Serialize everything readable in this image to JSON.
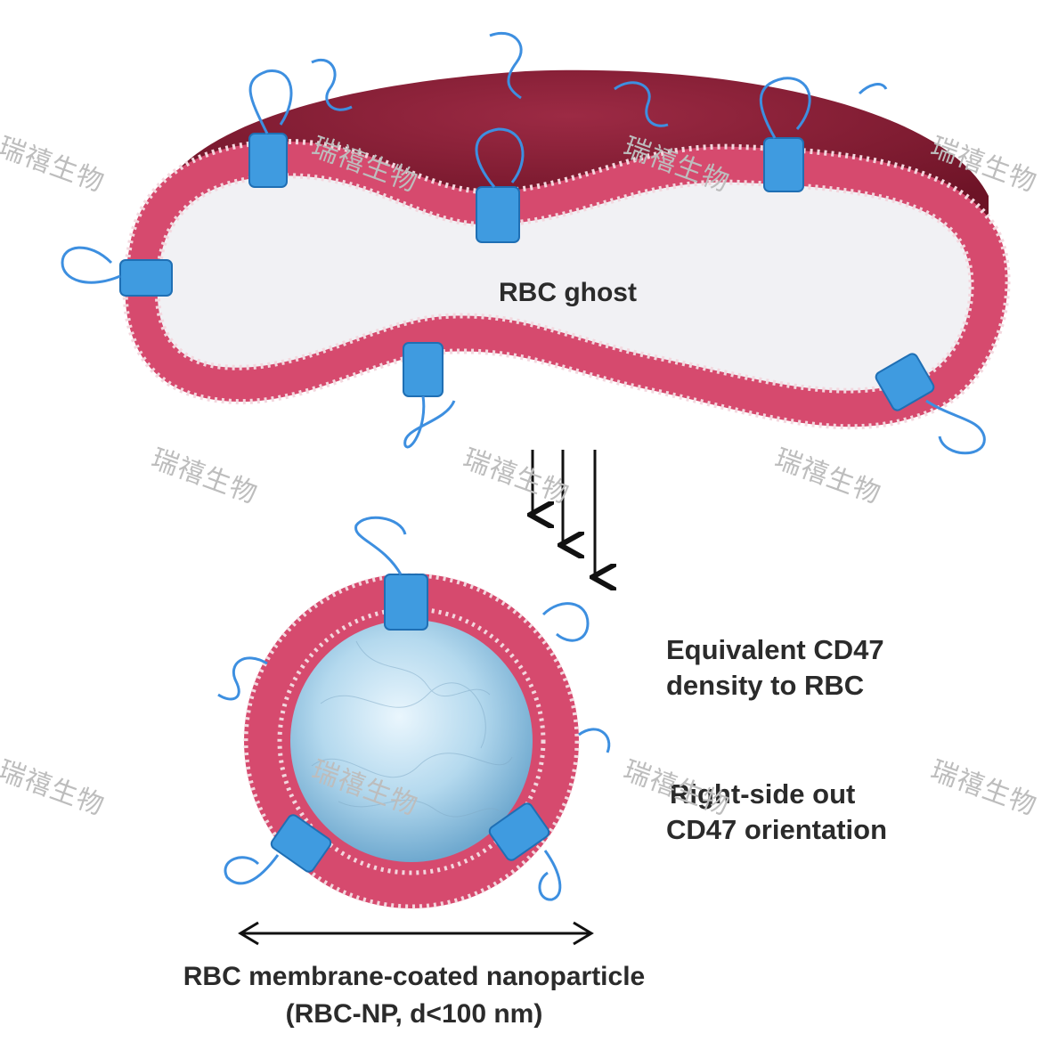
{
  "labels": {
    "ghost": "RBC ghost",
    "density_line1": "Equivalent CD47",
    "density_line2": "density to RBC",
    "orientation_line1": "Right-side out",
    "orientation_line2": "CD47 orientation",
    "caption_line1": "RBC membrane-coated nanoparticle",
    "caption_line2": "(RBC-NP, d<100 nm)"
  },
  "watermark": "瑞禧生物",
  "colors": {
    "membrane": "#d64a6e",
    "membrane_dark": "#b5304f",
    "head": "#f3d7de",
    "cell_top": "#8a1d34",
    "interior": "#f1f1f4",
    "protein": "#3f9be0",
    "protein_edge": "#1f6fb4",
    "tail": "#3d8fe0",
    "core": "#a9d3ea",
    "arrow": "#111111"
  }
}
